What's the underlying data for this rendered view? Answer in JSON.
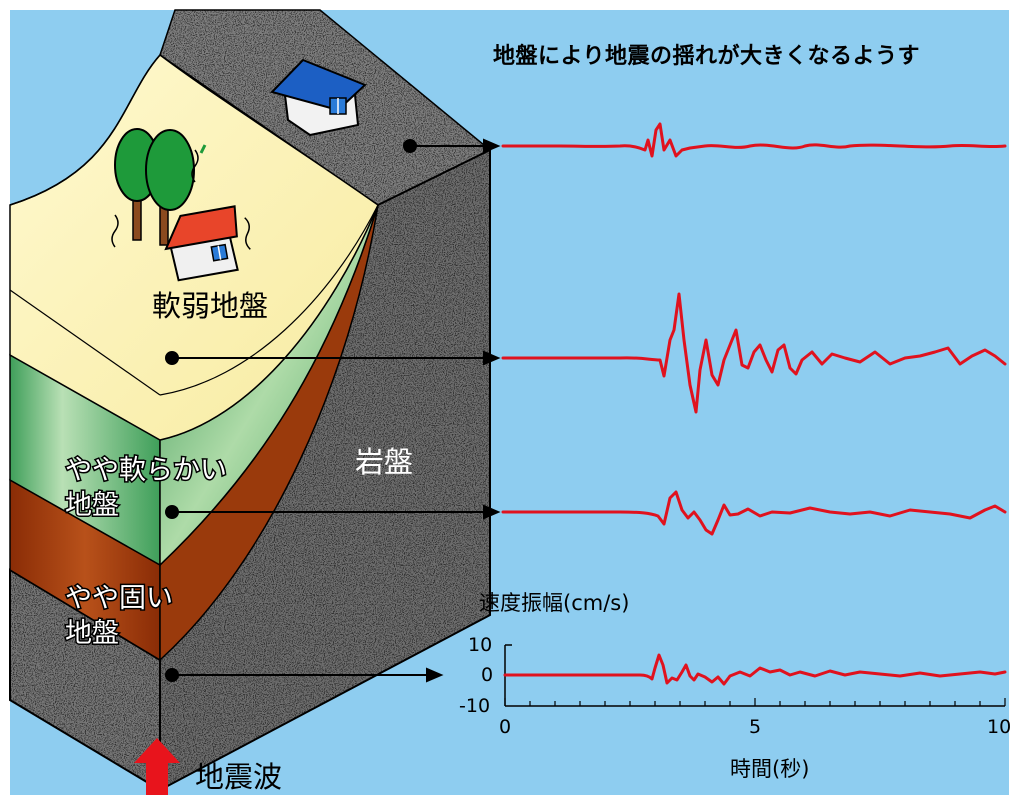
{
  "title": "地盤により地震の揺れが大きくなるようす",
  "labels": {
    "soft_ground": "軟弱地盤",
    "bedrock": "岩盤",
    "medium_soft_ground_line1": "やや軟らかい",
    "medium_soft_ground_line2": "地盤",
    "medium_hard_ground_line1": "やや固い",
    "medium_hard_ground_line2": "地盤",
    "seismic_wave": "地震波"
  },
  "axis": {
    "y_label": "速度振幅(cm/s)",
    "x_label": "時間(秒)",
    "y_ticks": [
      "10",
      "0",
      "-10"
    ],
    "x_ticks": [
      "0",
      "5",
      "10"
    ]
  },
  "colors": {
    "sky": "#8ecdf0",
    "soft_ground": "#fdf7c0",
    "medium_ground": "#7ec48f",
    "hard_ground": "#a83e10",
    "bedrock": "#6b6b6b",
    "trace": "#e0121e",
    "arrow": "#e8141c"
  }
}
